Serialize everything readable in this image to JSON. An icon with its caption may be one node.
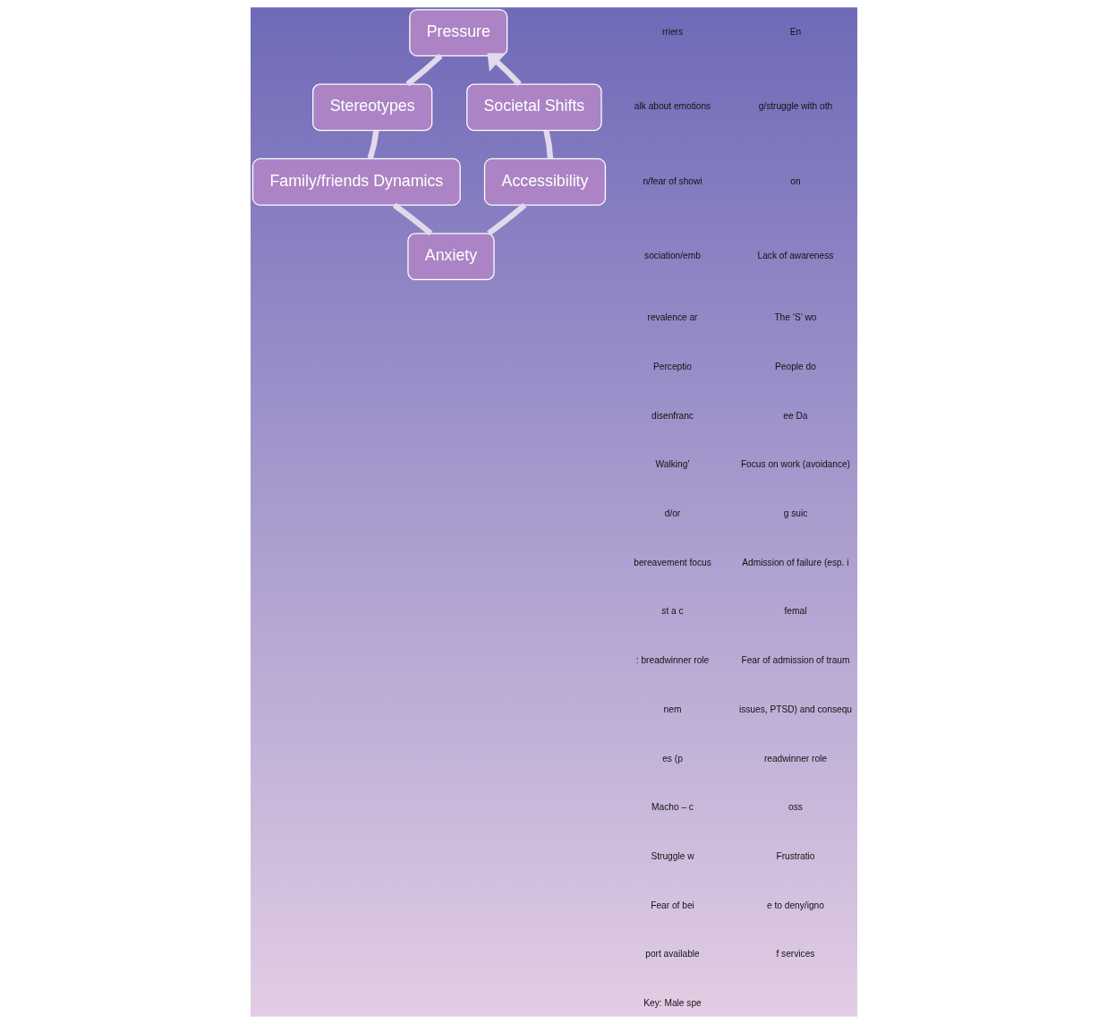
{
  "diagram": {
    "nodes": [
      {
        "text": [
          "Pressure"
        ]
      },
      {
        "text": [
          "Stereotypes"
        ]
      },
      {
        "text": [
          "Family/friends Dynamics"
        ]
      },
      {
        "text": [
          "Anxiety"
        ]
      },
      {
        "text": [
          "Accessibility"
        ]
      },
      {
        "text": [
          "Societal Shifts"
        ]
      }
    ],
    "edges": [
      {
        "from": 0,
        "to": 1,
        "arrow": "none"
      },
      {
        "from": 1,
        "to": 2,
        "arrow": "none"
      },
      {
        "from": 2,
        "to": 3,
        "arrow": "none"
      },
      {
        "from": 3,
        "to": 4,
        "arrow": "none"
      },
      {
        "from": 4,
        "to": 5,
        "arrow": "none"
      },
      {
        "from": 5,
        "to": 0,
        "arrow": "to"
      }
    ],
    "labels": [
      "rriers",
      "En",
      "alk about emotions",
      "g/struggle with oth",
      "n/fear of showi",
      "on",
      "sociation/emb",
      "Lack of awareness",
      "revalence ar",
      "The ‘S’ wo",
      "Perceptio",
      "People do",
      "disenfranc",
      "ee Da",
      "Walking'",
      "Focus on work (avoidance)",
      "d/or",
      "g suic",
      "bereavement focus",
      "Admission of failure (esp. i",
      "st a c",
      "femal",
      ": breadwinner role",
      "Fear of admission of traum",
      "nem",
      "issues, PTSD) and consequ",
      "es (p",
      "readwinner role",
      "Macho – c",
      "oss",
      "Struggle w",
      "Frustratio",
      "Fear of bei",
      "e to deny/igno",
      "port available",
      "f services",
      "Key: Male spe"
    ]
  }
}
